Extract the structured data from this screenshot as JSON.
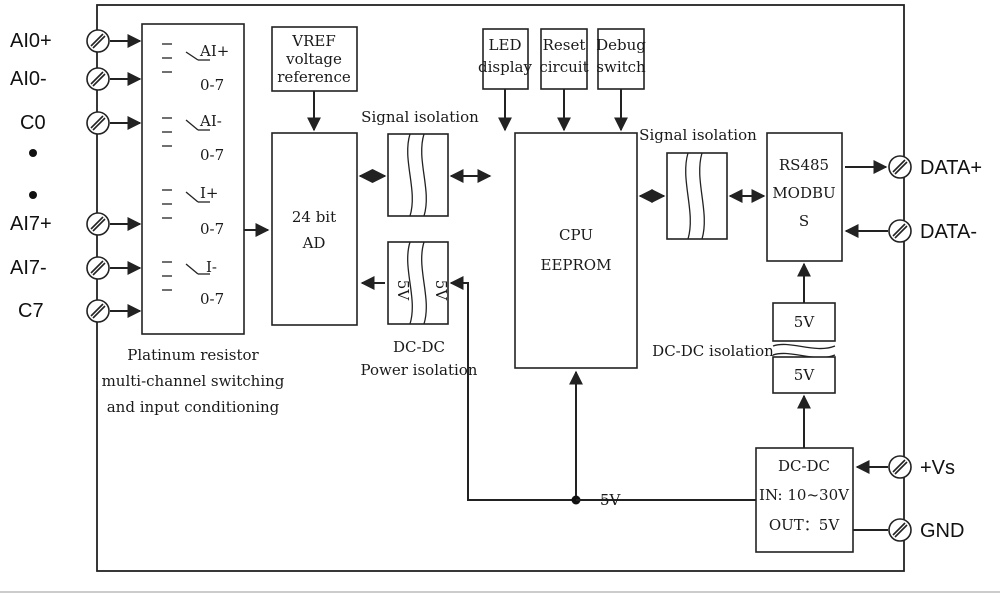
{
  "inputs": {
    "ai0_plus": "AI0+",
    "ai0_minus": "AI0-",
    "c0": "C0",
    "ai7_plus": "AI7+",
    "ai7_minus": "AI7-",
    "c7": "C7"
  },
  "switch_labels": {
    "s1": "AI+",
    "s1_range": "0-7",
    "s2": "AI-",
    "s2_range": "0-7",
    "s3": "I+",
    "s3_range": "0-7",
    "s4": "I-",
    "s4_range": "0-7"
  },
  "conditioning_caption": [
    "Platinum resistor",
    "multi-channel switching",
    "and input conditioning"
  ],
  "vref": [
    "VREF",
    "voltage",
    "reference"
  ],
  "adc": [
    "24 bit",
    "AD"
  ],
  "isolation_top_label": "Signal isolation",
  "isolation_right_label": "Signal isolation",
  "dcdc_left_caption": [
    "DC-DC",
    "Power isolation"
  ],
  "dcdc_left_5v_a": "5V",
  "dcdc_left_5v_b": "5V",
  "led": [
    "LED",
    "display"
  ],
  "reset": [
    "Reset",
    "circuit"
  ],
  "debug": [
    "Debug",
    "switch"
  ],
  "cpu": [
    "CPU",
    "EEPROM"
  ],
  "rs485": [
    "RS485",
    "MODBU",
    "S"
  ],
  "dcdc_right_label": "DC-DC isolation",
  "dcdc_right_5v_top": "5V",
  "dcdc_right_5v_bottom": "5V",
  "power_module": [
    "DC-DC",
    "IN: 10~30V",
    "OUT：5V"
  ],
  "bus_5v": "5V",
  "outputs": {
    "data_plus": "DATA+",
    "data_minus": "DATA-",
    "vs_plus": "+Vs",
    "gnd": "GND"
  }
}
